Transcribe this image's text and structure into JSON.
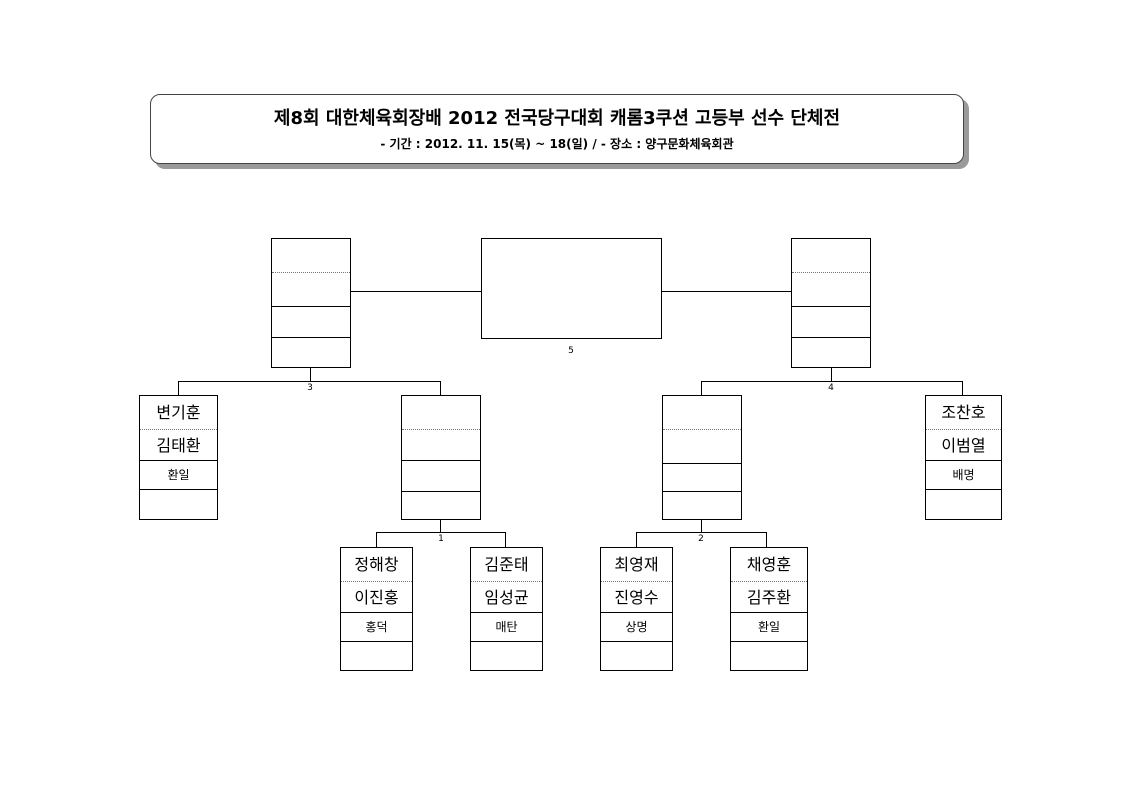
{
  "header": {
    "title": "제8회 대한체육회장배 2012 전국당구대회 캐롬3쿠션 고등부 선수 단체전",
    "subtitle": "- 기간 : 2012. 11. 15(목) ~ 18(일)   /   - 장소 : 양구문화체육회관"
  },
  "match_numbers": {
    "m1": "1",
    "m2": "2",
    "m3": "3",
    "m4": "4",
    "m5": "5"
  },
  "teams": {
    "t1": {
      "player1": "변기훈",
      "player2": "김태환",
      "school": "환일"
    },
    "t2": {
      "player1": "정해창",
      "player2": "이진홍",
      "school": "홍덕"
    },
    "t3": {
      "player1": "김준태",
      "player2": "임성균",
      "school": "매탄"
    },
    "t4": {
      "player1": "최영재",
      "player2": "진영수",
      "school": "상명"
    },
    "t5": {
      "player1": "채영훈",
      "player2": "김주환",
      "school": "환일"
    },
    "t6": {
      "player1": "조찬호",
      "player2": "이범열",
      "school": "배명"
    }
  }
}
